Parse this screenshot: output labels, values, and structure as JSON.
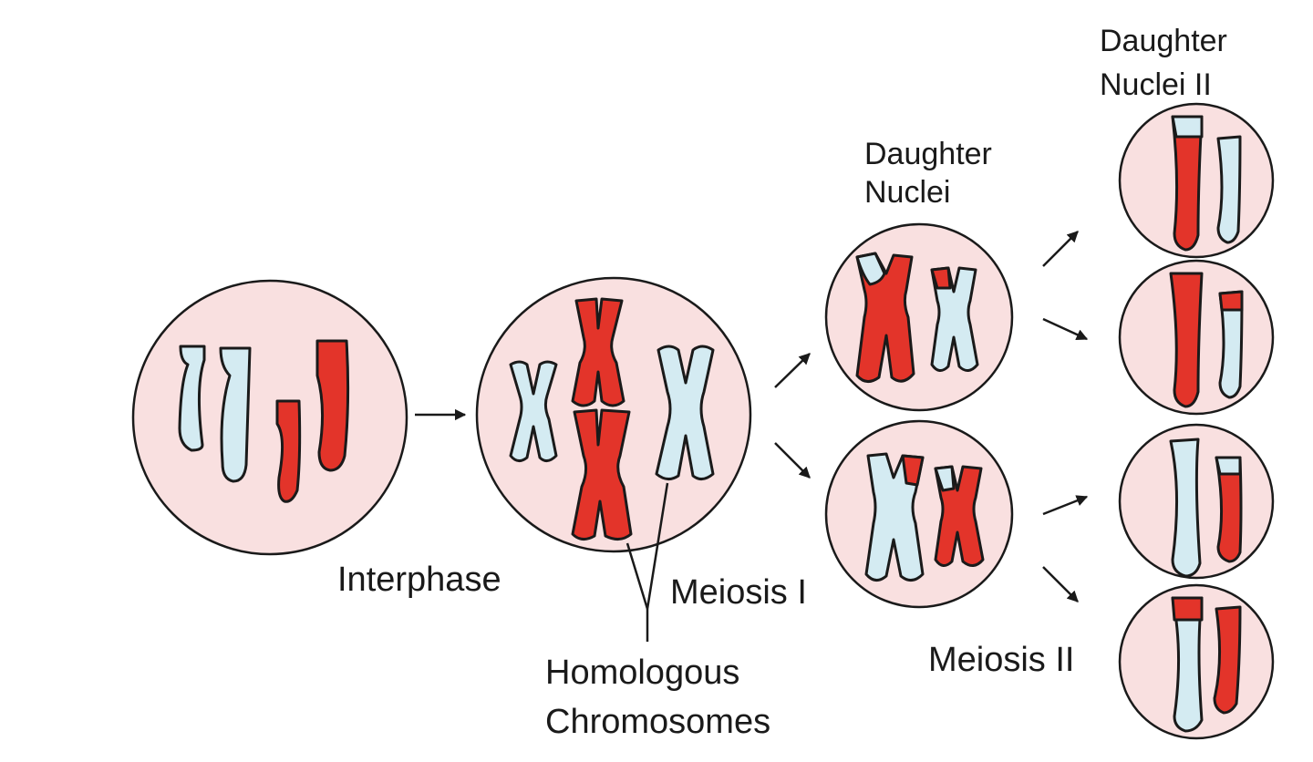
{
  "labels": {
    "interphase": "Interphase",
    "meiosis_1": "Meiosis I",
    "meiosis_2": "Meiosis II",
    "homologous_line1": "Homologous",
    "homologous_line2": "Chromosomes",
    "daughter_nuclei_line1": "Daughter",
    "daughter_nuclei_line2": "Nuclei",
    "daughter_nuclei_2_line1": "Daughter",
    "daughter_nuclei_2_line2": "Nuclei II"
  },
  "colors": {
    "cell_fill": "#f9e0e0",
    "maternal_red": "#e3342a",
    "paternal_blue": "#d4ebf2",
    "outline": "#1a1a1a"
  }
}
